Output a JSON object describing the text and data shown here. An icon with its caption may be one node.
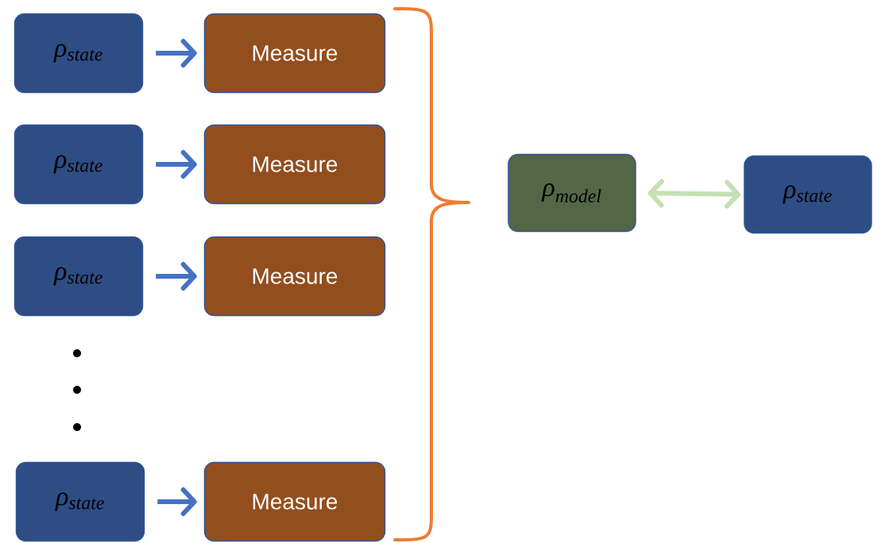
{
  "diagram": {
    "nodes": [
      {
        "text": [
          "ρ$_{state}$"
        ]
      },
      {
        "text": [
          "Measure"
        ]
      },
      {
        "text": [
          "ρ$_{state}$"
        ]
      },
      {
        "text": [
          "Measure"
        ]
      },
      {
        "text": [
          "ρ$_{state}$"
        ]
      },
      {
        "text": [
          "Measure"
        ]
      },
      {
        "text": [
          "ρ$_{state}$"
        ]
      },
      {
        "text": [
          "Measure"
        ]
      },
      {
        "text": [
          "ρ$_{model}$"
        ]
      },
      {
        "text": [
          "ρ$_{state}$"
        ]
      }
    ],
    "edges": [
      {
        "from": 0,
        "to": 1,
        "arrow": "to"
      },
      {
        "from": 2,
        "to": 3,
        "arrow": "to"
      },
      {
        "from": 4,
        "to": 5,
        "arrow": "to"
      },
      {
        "from": 6,
        "to": 7,
        "arrow": "to"
      },
      {
        "from": 8,
        "to": 9,
        "arrow": "both",
        "color": "#c5e0b4"
      }
    ]
  }
}
